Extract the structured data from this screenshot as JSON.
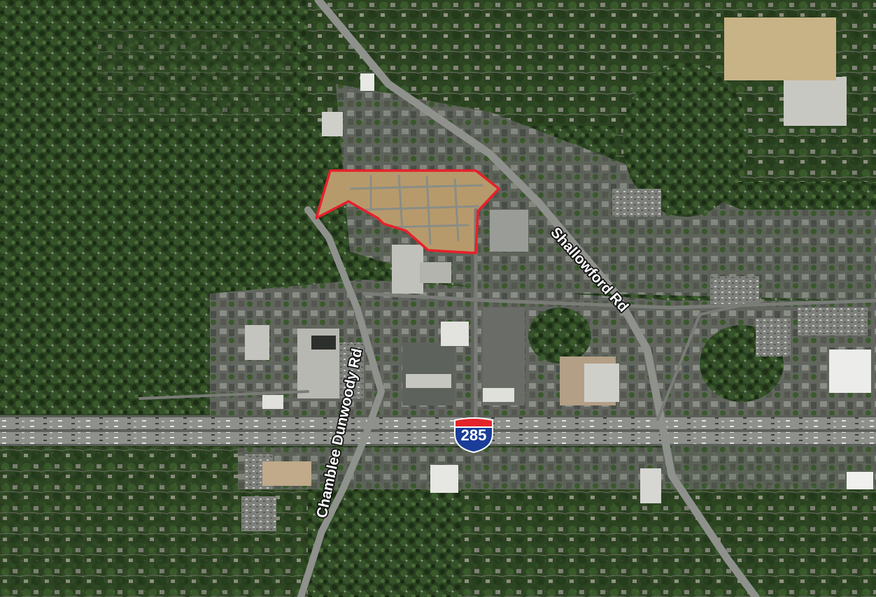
{
  "map": {
    "roads": {
      "chamblee_dunwoody": "Chamblee Dunwoody Rd",
      "shallowford": "Shallowford Rd"
    },
    "interstate_shield": {
      "number": "285",
      "colors": {
        "top": "#e5242a",
        "body": "#1a3d99",
        "outline": "#ffffff"
      }
    },
    "highlight_color": "#e8202a",
    "colors": {
      "forest_dark": "#1f3318",
      "forest_mid": "#2f4a23",
      "developed": "#6b6f66",
      "roof_light": "#c9c9c3",
      "highway": "#8d8f8c",
      "cleared_land": "#b99d72"
    }
  }
}
